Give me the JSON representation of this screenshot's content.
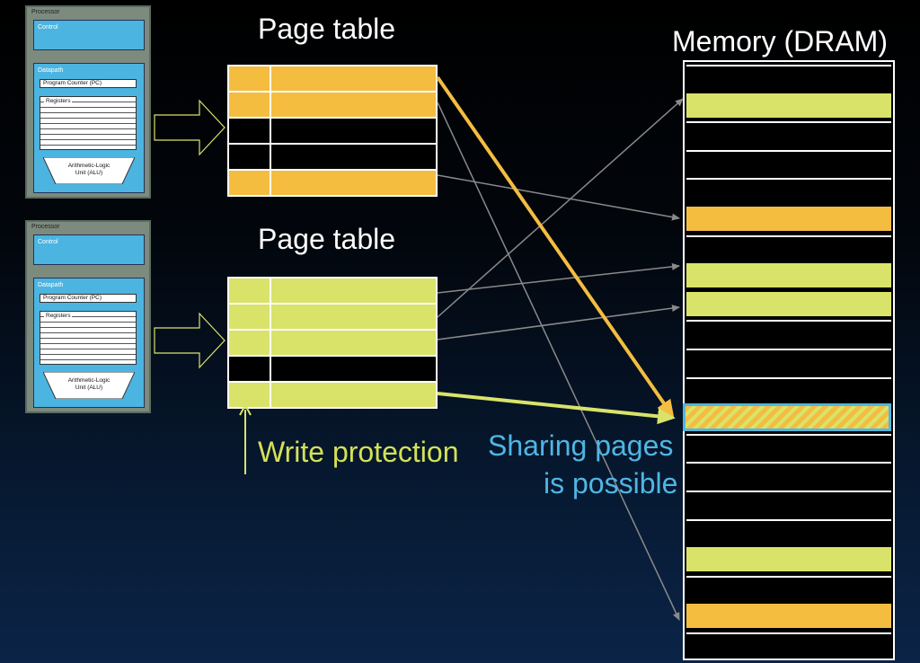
{
  "processors": [
    {
      "title": "Processor",
      "control": "Control",
      "datapath": "Datapath",
      "pc": "Program Counter (PC)",
      "registers": "Registers",
      "alu_line1": "Arithmetic-Logic",
      "alu_line2": "Unit (ALU)"
    },
    {
      "title": "Processor",
      "control": "Control",
      "datapath": "Datapath",
      "pc": "Program Counter (PC)",
      "registers": "Registers",
      "alu_line1": "Arithmetic-Logic",
      "alu_line2": "Unit (ALU)"
    }
  ],
  "page_tables": [
    {
      "title": "Page table",
      "rows": [
        "orange",
        "orange",
        "black",
        "black",
        "orange"
      ]
    },
    {
      "title": "Page table",
      "rows": [
        "lime",
        "lime",
        "lime",
        "black",
        "lime"
      ]
    }
  ],
  "memory": {
    "title": "Memory (DRAM)",
    "rows": [
      "black",
      "lime",
      "black",
      "black",
      "black",
      "orange",
      "black",
      "lime",
      "lime",
      "black",
      "black",
      "black",
      "shared",
      "black",
      "black",
      "black",
      "black",
      "lime",
      "black",
      "orange",
      "black"
    ]
  },
  "labels": {
    "write_protection": "Write protection",
    "sharing_line1": "Sharing pages",
    "sharing_line2": "is possible"
  },
  "colors": {
    "orange": "#f4bd40",
    "lime": "#d9e36a",
    "black": "#000000",
    "arrow_gray": "#8a8a8a",
    "accent_blue": "#4fb6e3",
    "accent_yellow": "#d4e157"
  }
}
